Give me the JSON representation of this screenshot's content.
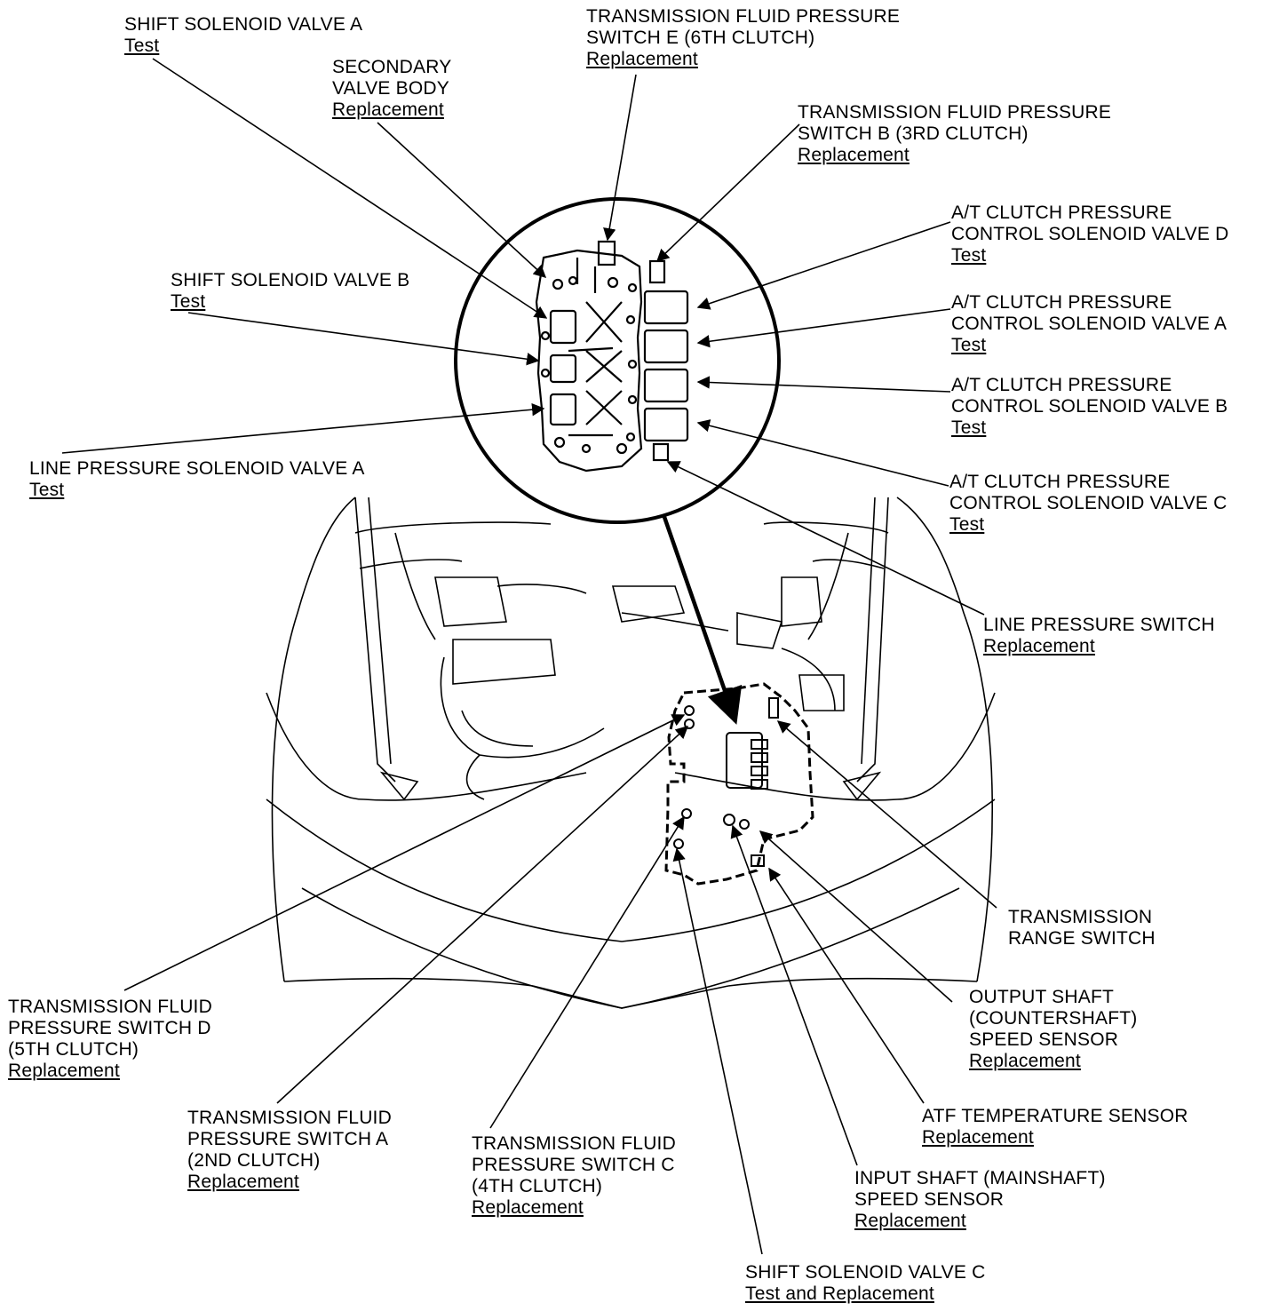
{
  "colors": {
    "ink": "#000000",
    "paper": "#ffffff"
  },
  "callouts": {
    "shift_sol_a": {
      "name": [
        "SHIFT SOLENOID VALVE A"
      ],
      "action": "Test"
    },
    "secondary_body": {
      "name": [
        "SECONDARY",
        "VALVE BODY"
      ],
      "action": "Replacement"
    },
    "tfps_e": {
      "name": [
        "TRANSMISSION FLUID PRESSURE",
        "SWITCH E (6TH CLUTCH)"
      ],
      "action": "Replacement"
    },
    "tfps_b": {
      "name": [
        "TRANSMISSION FLUID PRESSURE",
        "SWITCH B (3RD CLUTCH)"
      ],
      "action": "Replacement"
    },
    "atcpc_d": {
      "name": [
        "A/T CLUTCH PRESSURE",
        "CONTROL SOLENOID VALVE D"
      ],
      "action": "Test"
    },
    "shift_sol_b": {
      "name": [
        "SHIFT SOLENOID VALVE B"
      ],
      "action": "Test"
    },
    "atcpc_a": {
      "name": [
        "A/T CLUTCH PRESSURE",
        "CONTROL SOLENOID VALVE A"
      ],
      "action": "Test"
    },
    "atcpc_b": {
      "name": [
        "A/T CLUTCH PRESSURE",
        "CONTROL SOLENOID VALVE B"
      ],
      "action": "Test"
    },
    "line_sol_a": {
      "name": [
        "LINE PRESSURE SOLENOID VALVE A"
      ],
      "action": "Test"
    },
    "atcpc_c": {
      "name": [
        "A/T CLUTCH PRESSURE",
        "CONTROL SOLENOID VALVE C"
      ],
      "action": "Test"
    },
    "line_switch": {
      "name": [
        "LINE PRESSURE SWITCH"
      ],
      "action": "Replacement"
    },
    "range_switch": {
      "name": [
        "TRANSMISSION",
        "RANGE SWITCH"
      ],
      "action": ""
    },
    "output_sensor": {
      "name": [
        "OUTPUT SHAFT",
        "(COUNTERSHAFT)",
        "SPEED SENSOR"
      ],
      "action": "Replacement"
    },
    "tfps_d": {
      "name": [
        "TRANSMISSION FLUID",
        "PRESSURE SWITCH D",
        "(5TH CLUTCH)"
      ],
      "action": "Replacement"
    },
    "tfps_a": {
      "name": [
        "TRANSMISSION FLUID",
        "PRESSURE SWITCH A",
        "(2ND CLUTCH)"
      ],
      "action": "Replacement"
    },
    "tfps_c": {
      "name": [
        "TRANSMISSION FLUID",
        "PRESSURE SWITCH C",
        "(4TH CLUTCH)"
      ],
      "action": "Replacement"
    },
    "atf_temp": {
      "name": [
        "ATF TEMPERATURE SENSOR"
      ],
      "action": "Replacement"
    },
    "input_sensor": {
      "name": [
        "INPUT SHAFT (MAINSHAFT)",
        "SPEED SENSOR"
      ],
      "action": "Replacement"
    },
    "shift_sol_c": {
      "name": [
        "SHIFT SOLENOID VALVE C"
      ],
      "action": "Test and Replacement"
    }
  }
}
